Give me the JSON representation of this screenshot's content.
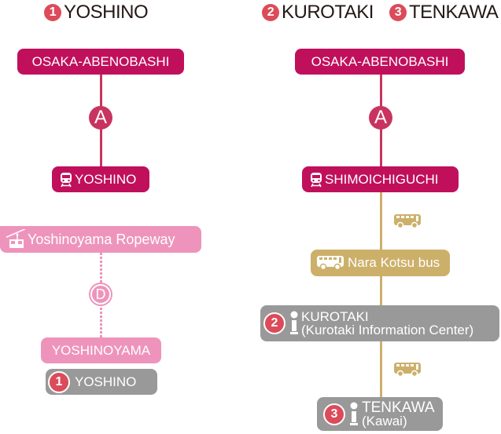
{
  "headings": {
    "left": {
      "number": "1",
      "label": "YOSHINO"
    },
    "right": [
      {
        "number": "2",
        "label": "KUROTAKI"
      },
      {
        "number": "3",
        "label": "TENKAWA"
      }
    ]
  },
  "colors": {
    "kintetsu": "#c0105c",
    "ropeway": "#ee94bc",
    "bus": "#ccb06a",
    "destination": "#999999",
    "badge": "#dc4b5a"
  },
  "left_route": {
    "origin": "OSAKA-ABENOBASHI",
    "line_marker": "A",
    "station": {
      "icon": "train-icon",
      "label": "YOSHINO"
    },
    "ropeway": {
      "icon": "ropeway-icon",
      "label": "Yoshinoyama Ropeway"
    },
    "ropeway_marker": "D",
    "ropeway_station": "YOSHINOYAMA",
    "destination": {
      "number": "1",
      "label": "YOSHINO"
    }
  },
  "right_route": {
    "origin": "OSAKA-ABENOBASHI",
    "line_marker": "A",
    "station": {
      "icon": "train-icon",
      "label": "SHIMOICHIGUCHI"
    },
    "bus": {
      "icon": "bus-icon",
      "label": "Nara Kotsu bus"
    },
    "stop1": {
      "number": "2",
      "icon": "info-icon",
      "label": "KUROTAKI",
      "sub": "(Kurotaki Information Center)"
    },
    "stop2": {
      "number": "3",
      "icon": "info-icon",
      "label": "TENKAWA",
      "sub": "(Kawai)"
    }
  }
}
